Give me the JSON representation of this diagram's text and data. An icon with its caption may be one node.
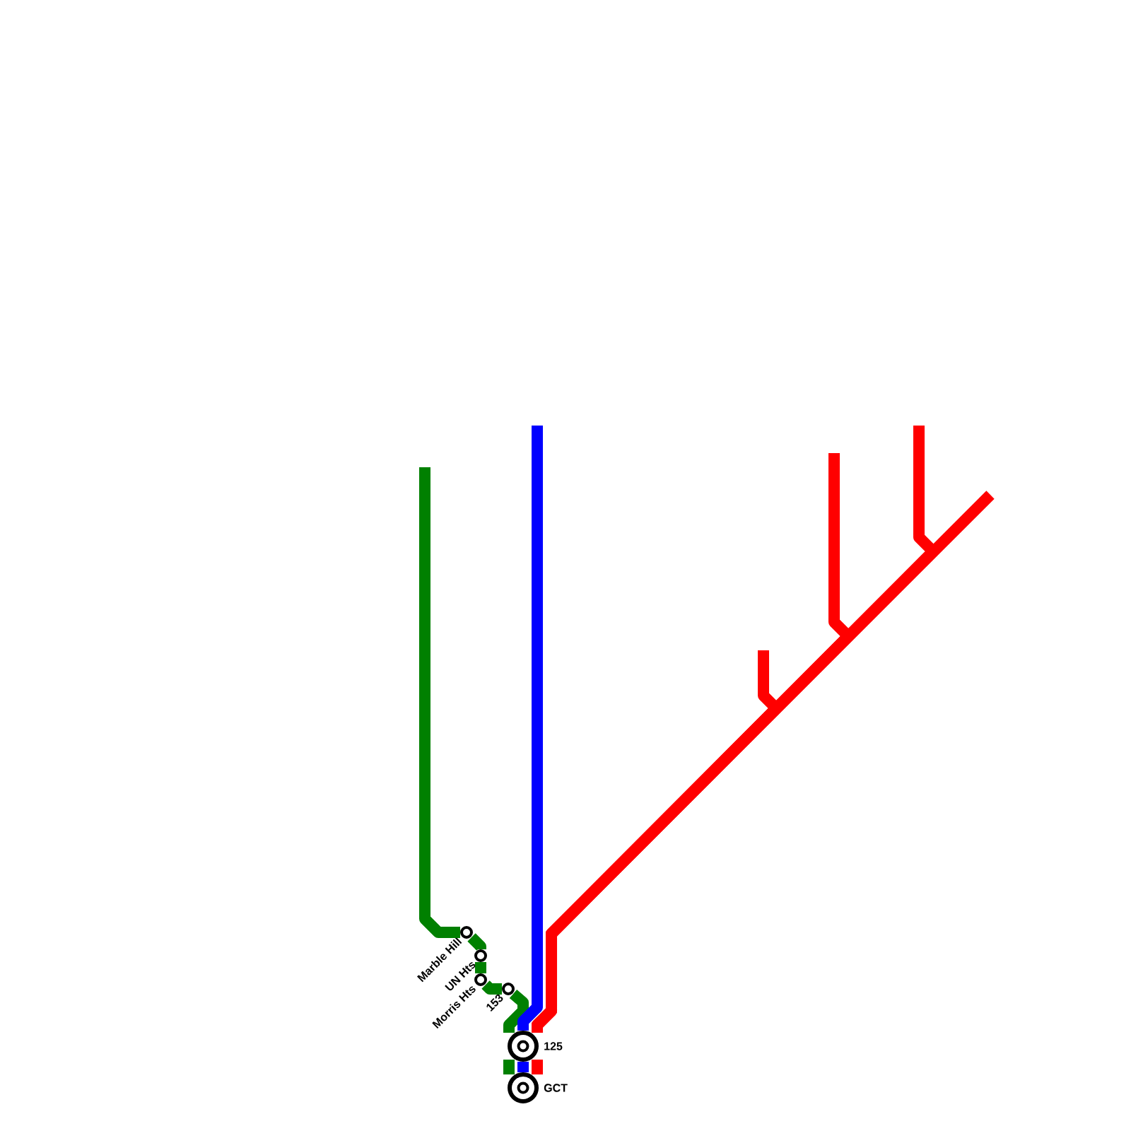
{
  "diagram": {
    "nodes": [
      {
        "text": [
          "Marble Hill"
        ]
      },
      {
        "text": [
          "UN Hts"
        ]
      },
      {
        "text": [
          "Morris Hts"
        ]
      },
      {
        "text": [
          "153"
        ]
      },
      {
        "text": [
          "125"
        ]
      },
      {
        "text": [
          "GCT"
        ]
      }
    ],
    "edges": [
      {
        "from": null,
        "to": 0,
        "arrow": "none",
        "color": "#008000"
      },
      {
        "from": 0,
        "to": 1,
        "arrow": "none",
        "color": "#008000"
      },
      {
        "from": 1,
        "to": 2,
        "arrow": "none",
        "color": "#008000"
      },
      {
        "from": 2,
        "to": 3,
        "arrow": "none",
        "color": "#008000"
      },
      {
        "from": 3,
        "to": 4,
        "arrow": "none",
        "color": "#008000"
      },
      {
        "from": 4,
        "to": 5,
        "arrow": "none",
        "color": "#008000"
      },
      {
        "from": null,
        "to": 4,
        "arrow": "none",
        "color": "#0000ff"
      },
      {
        "from": 4,
        "to": 5,
        "arrow": "none",
        "color": "#0000ff"
      },
      {
        "from": null,
        "to": 4,
        "arrow": "none",
        "color": "#ff0000"
      },
      {
        "from": null,
        "to": 4,
        "arrow": "none",
        "color": "#ff0000"
      },
      {
        "from": null,
        "to": 4,
        "arrow": "none",
        "color": "#ff0000"
      },
      {
        "from": null,
        "to": 4,
        "arrow": "none",
        "color": "#ff0000"
      },
      {
        "from": 4,
        "to": 5,
        "arrow": "none",
        "color": "#ff0000"
      }
    ]
  }
}
